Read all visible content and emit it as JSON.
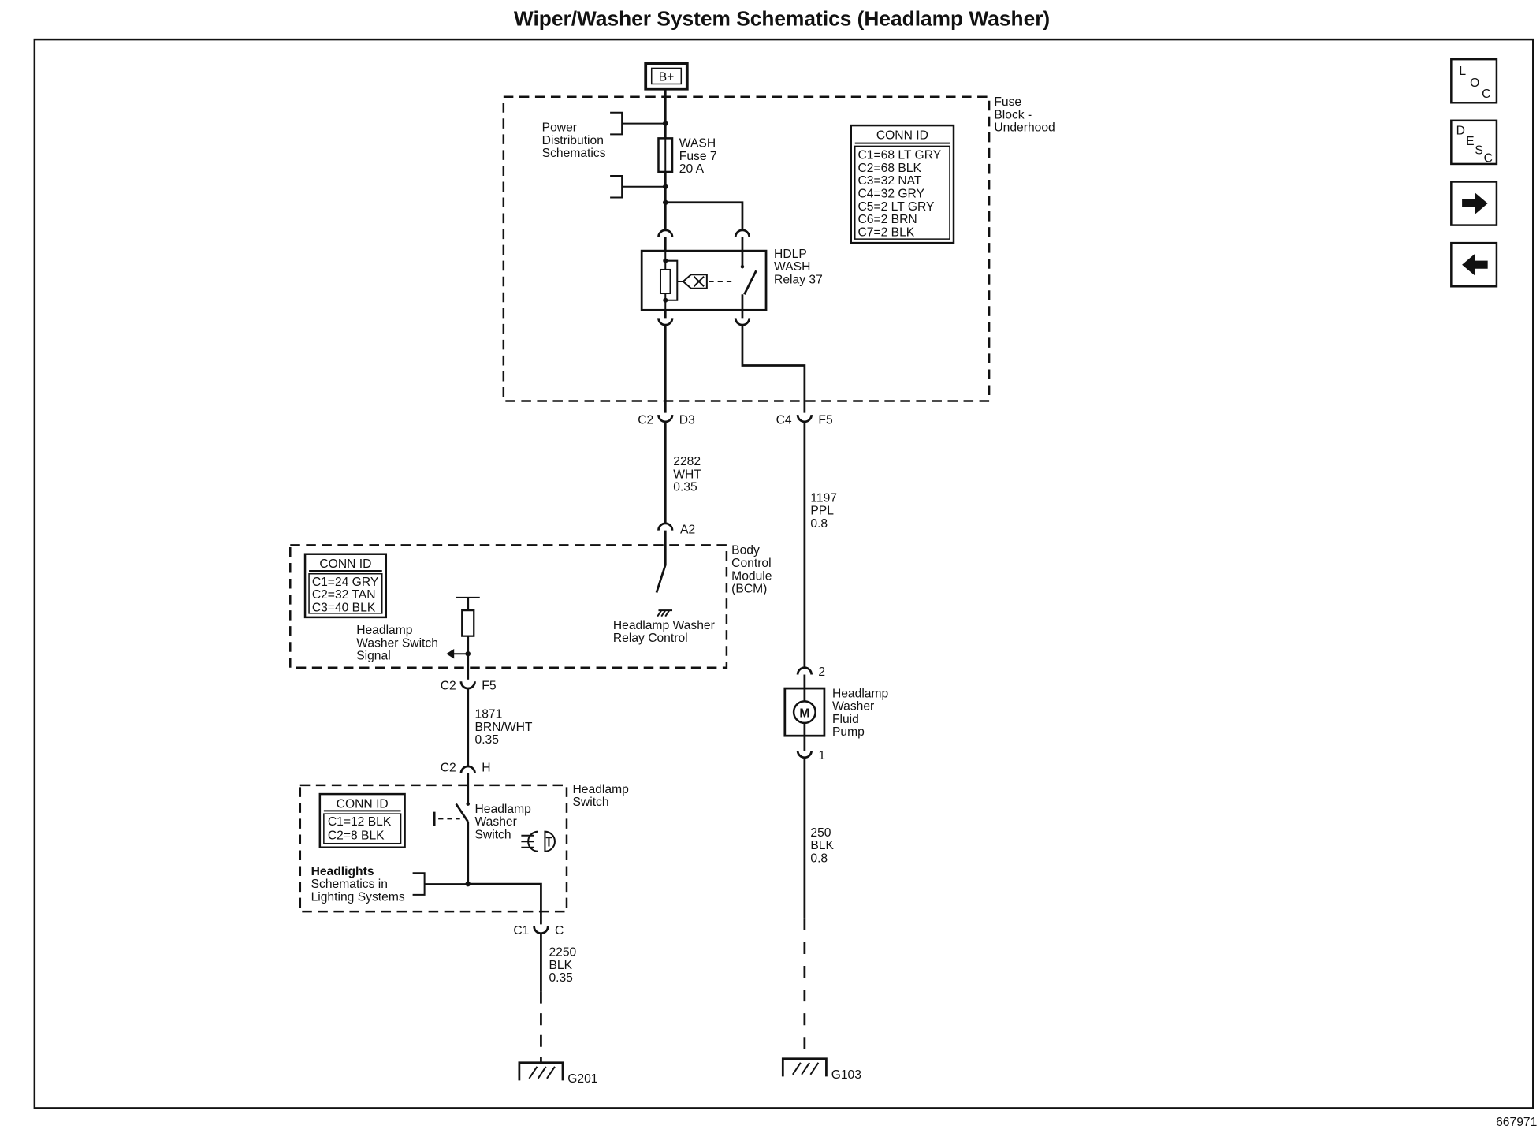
{
  "title": "Wiper/Washer System Schematics (Headlamp Washer)",
  "figure_id": "667971",
  "power": {
    "label": "B+"
  },
  "fuse_block": {
    "name_lines": [
      "Fuse",
      "Block -",
      "Underhood"
    ],
    "conn_id": {
      "header": "CONN ID",
      "rows": [
        "C1=68 LT GRY",
        "C2=68 BLK",
        "C3=32 NAT",
        "C4=32 GRY",
        "C5=2 LT GRY",
        "C6=2 BRN",
        "C7=2 BLK"
      ]
    },
    "power_dist_ref": [
      "Power",
      "Distribution",
      "Schematics"
    ],
    "fuse": [
      "WASH",
      "Fuse 7",
      "20 A"
    ],
    "relay": [
      "HDLP",
      "WASH",
      "Relay 37"
    ],
    "conn_left": {
      "conn": "C2",
      "pin": "D3"
    },
    "conn_right": {
      "conn": "C4",
      "pin": "F5"
    }
  },
  "wires": {
    "w2282": [
      "2282",
      "WHT",
      "0.35"
    ],
    "w1197": [
      "1197",
      "PPL",
      "0.8"
    ],
    "w1871": [
      "1871",
      "BRN/WHT",
      "0.35"
    ],
    "w250": [
      "250",
      "BLK",
      "0.8"
    ],
    "w2250": [
      "2250",
      "BLK",
      "0.35"
    ]
  },
  "bcm": {
    "name_lines": [
      "Body",
      "Control",
      "Module",
      "(BCM)"
    ],
    "conn_id": {
      "header": "CONN ID",
      "rows": [
        "C1=24 GRY",
        "C2=32 TAN",
        "C3=40 BLK"
      ]
    },
    "pin_a2": "A2",
    "relay_control": [
      "Headlamp Washer",
      "Relay Control"
    ],
    "switch_signal": [
      "Headlamp",
      "Washer Switch",
      "Signal"
    ],
    "conn_bottom": {
      "conn": "C2",
      "pin": "F5"
    }
  },
  "headlamp_switch": {
    "name_lines": [
      "Headlamp",
      "Switch"
    ],
    "conn_id": {
      "header": "CONN ID",
      "rows": [
        "C1=12 BLK",
        "C2=8 BLK"
      ]
    },
    "conn_top": {
      "conn": "C2",
      "pin": "H"
    },
    "washer_switch": [
      "Headlamp",
      "Washer",
      "Switch"
    ],
    "headlights_ref": [
      "Headlights",
      "Schematics in",
      "Lighting Systems"
    ],
    "conn_bottom": {
      "conn": "C1",
      "pin": "C"
    }
  },
  "pump": {
    "name_lines": [
      "Headlamp",
      "Washer",
      "Fluid",
      "Pump"
    ],
    "motor_symbol": "M",
    "pin_top": "2",
    "pin_bottom": "1"
  },
  "grounds": {
    "left": "G201",
    "right": "G103"
  },
  "nav": {
    "loc": [
      "L",
      "O",
      "C"
    ],
    "desc": [
      "D",
      "E",
      "S",
      "C"
    ],
    "next_icon": "arrow-right-icon",
    "prev_icon": "arrow-left-icon"
  }
}
